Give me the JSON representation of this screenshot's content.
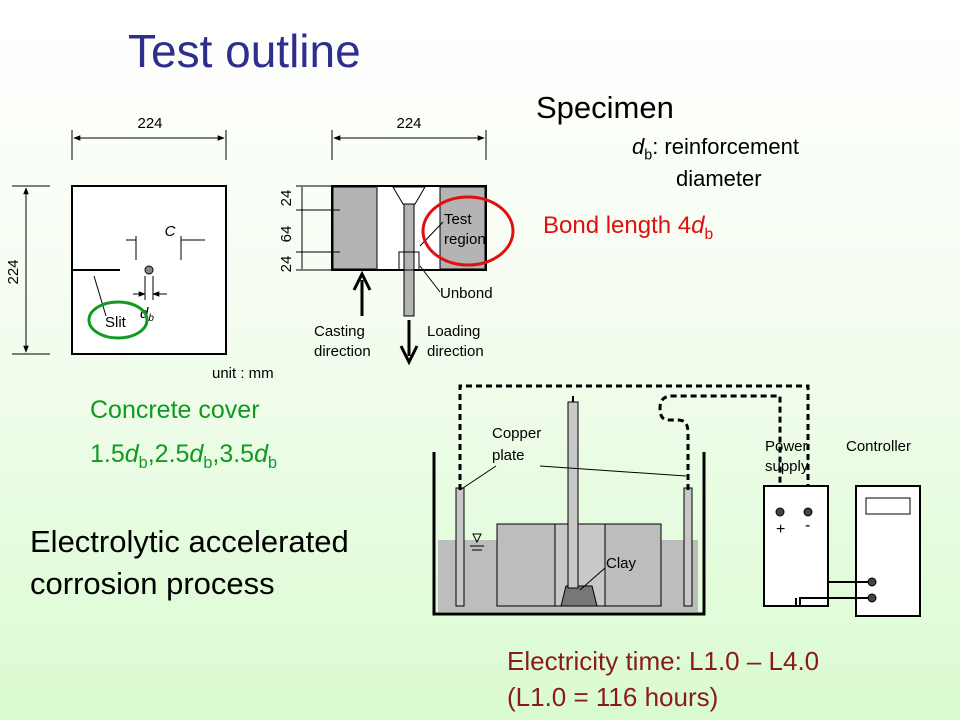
{
  "title": "Test outline",
  "specimen": {
    "heading": "Specimen",
    "db_symbol": "d",
    "db_sub": "b",
    "db_def_rest": ": reinforcement",
    "db_def_line2": "diameter",
    "bond_prefix": "Bond length 4",
    "bond_symbol": "d",
    "bond_sub": "b"
  },
  "cover": {
    "title": "Concrete cover",
    "v1": "1.5",
    "v2": ",2.5",
    "v3": ",3.5",
    "sym": "d",
    "sub": "b"
  },
  "process": {
    "line1": "Electrolytic accelerated",
    "line2": "corrosion process"
  },
  "electricity": {
    "line1": "Electricity time: L1.0 – L4.0",
    "line2": "(L1.0 = 116 hours)"
  },
  "cross_section": {
    "width_label": "224",
    "height_label": "224",
    "c_label": "C",
    "db_label": "d",
    "db_sub": "b",
    "slit_label": "Slit",
    "unit_label": "unit : mm"
  },
  "side_section": {
    "width_label": "224",
    "dim_top": "24",
    "dim_mid": "64",
    "dim_bot": "24",
    "test_region_1": "Test",
    "test_region_2": "region",
    "unbond_label": "Unbond",
    "casting_1": "Casting",
    "casting_2": "direction",
    "loading_1": "Loading",
    "loading_2": "direction"
  },
  "setup": {
    "copper_1": "Copper",
    "copper_2": "plate",
    "clay_label": "Clay",
    "power_1": "Power",
    "power_2": "supply",
    "controller_label": "Controller",
    "plus": "+",
    "minus": "-"
  },
  "colors": {
    "title": "#2e2e8c",
    "highlight_red": "#e01010",
    "green": "#109a20",
    "dark_red": "#8b1a1a",
    "concrete": "#b4b4b4"
  }
}
